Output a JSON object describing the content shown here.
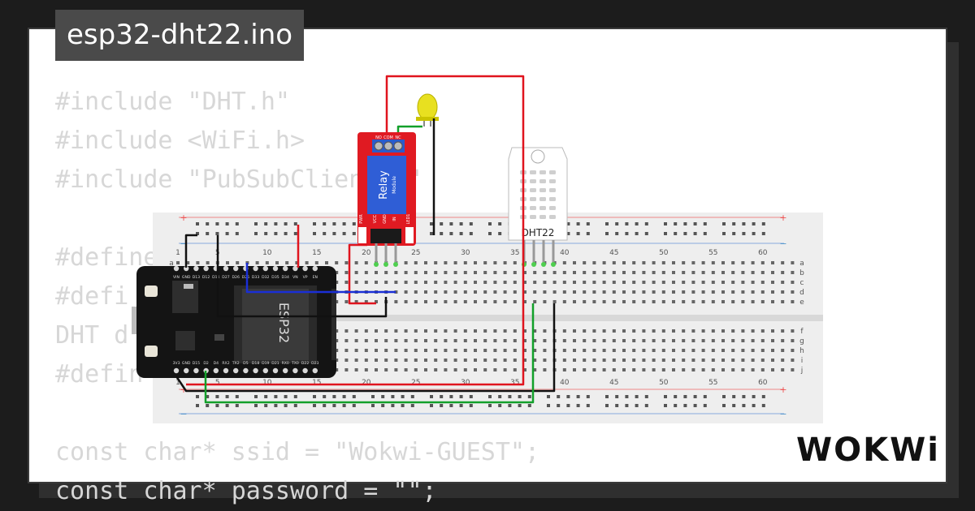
{
  "window": {
    "title": "esp32-dht22.ino"
  },
  "code_lines": [
    "#include \"DHT.h\"",
    "#include <WiFi.h>",
    "#include \"PubSubClient.h\"",
    "",
    "#define",
    "#defi",
    "DHT d",
    "#defin",
    "",
    "const char* ssid = \"Wokwi-GUEST\";",
    "const char* password = \"\";"
  ],
  "breadboard": {
    "column_numbers": [
      "1",
      "5",
      "10",
      "15",
      "20",
      "25",
      "30",
      "35",
      "40",
      "45",
      "50",
      "55",
      "60"
    ],
    "row_letters": [
      "a",
      "b",
      "c",
      "d",
      "e",
      "f",
      "g",
      "h",
      "i",
      "j"
    ],
    "plus_label": "+",
    "minus_label": "−"
  },
  "esp32": {
    "chip_label": "ESP32",
    "top_pins": [
      "VIN",
      "GND",
      "D13",
      "D12",
      "D14",
      "D27",
      "D26",
      "D25",
      "D33",
      "D32",
      "D35",
      "D34",
      "VN",
      "VP",
      "EN"
    ],
    "bottom_pins": [
      "3V3",
      "GND",
      "D15",
      "D2",
      "D4",
      "RX2",
      "TX2",
      "D5",
      "D18",
      "D19",
      "D21",
      "RX0",
      "TX0",
      "D22",
      "D23"
    ]
  },
  "relay": {
    "label": "Relay",
    "sublabel": "Module",
    "terminal_labels": [
      "NO",
      "COM",
      "NC"
    ],
    "pin_labels": [
      "PWR",
      "VCC",
      "GND",
      "IN",
      "LED1"
    ]
  },
  "dht": {
    "label": "DHT22"
  },
  "brand": {
    "logo_text": "WOKWi"
  },
  "colors": {
    "wire_red": "#e0141e",
    "wire_black": "#111111",
    "wire_blue": "#1a2fd6",
    "wire_green": "#12a02a",
    "relay_red": "#e01a22",
    "led_yellow": "#e8e020"
  }
}
